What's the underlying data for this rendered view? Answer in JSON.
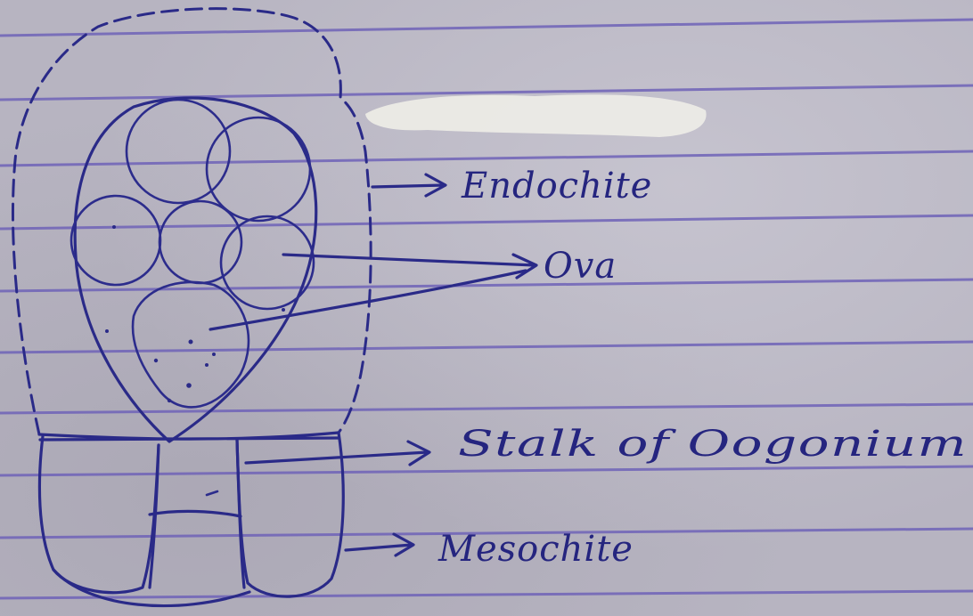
{
  "diagram": {
    "labels": {
      "endochite": "Endochite",
      "ova": "Ova",
      "stalk": "Stalk of Oogonium",
      "mesochite": "Mesochite"
    },
    "colors": {
      "ink": "#2a2a88",
      "paper": "#b7b4c1",
      "rule_line": "#6f63b8",
      "correction_fluid": "#ecebe6"
    }
  }
}
